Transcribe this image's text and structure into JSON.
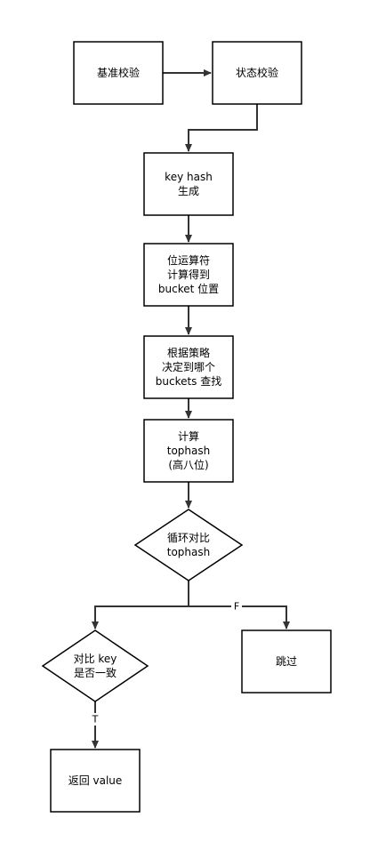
{
  "diagram": {
    "nodes": [
      {
        "id": "base_check",
        "shape": "rect",
        "lines": [
          "基准校验"
        ]
      },
      {
        "id": "state_check",
        "shape": "rect",
        "lines": [
          "状态校验"
        ]
      },
      {
        "id": "key_hash",
        "shape": "rect",
        "lines": [
          "key hash",
          "生成"
        ]
      },
      {
        "id": "bit_op",
        "shape": "rect",
        "lines": [
          "位运算符",
          "计算得到",
          "bucket 位置"
        ]
      },
      {
        "id": "strategy",
        "shape": "rect",
        "lines": [
          "根据策略",
          "决定到哪个",
          "buckets 查找"
        ]
      },
      {
        "id": "tophash",
        "shape": "rect",
        "lines": [
          "计算",
          "tophash",
          "(高八位)"
        ]
      },
      {
        "id": "loop_compare",
        "shape": "diamond",
        "lines": [
          "循环对比",
          "tophash"
        ]
      },
      {
        "id": "key_compare",
        "shape": "diamond",
        "lines": [
          "对比 key",
          "是否一致"
        ]
      },
      {
        "id": "skip",
        "shape": "rect",
        "lines": [
          "跳过"
        ]
      },
      {
        "id": "return_value",
        "shape": "rect",
        "lines": [
          "返回 value"
        ]
      }
    ],
    "edges": [
      {
        "from": "base_check",
        "to": "state_check",
        "label": ""
      },
      {
        "from": "state_check",
        "to": "key_hash",
        "label": ""
      },
      {
        "from": "key_hash",
        "to": "bit_op",
        "label": ""
      },
      {
        "from": "bit_op",
        "to": "strategy",
        "label": ""
      },
      {
        "from": "strategy",
        "to": "tophash",
        "label": ""
      },
      {
        "from": "tophash",
        "to": "loop_compare",
        "label": ""
      },
      {
        "from": "loop_compare",
        "to": "key_compare",
        "label": ""
      },
      {
        "from": "loop_compare",
        "to": "skip",
        "label": "F"
      },
      {
        "from": "key_compare",
        "to": "return_value",
        "label": "T"
      }
    ],
    "colors": {
      "stroke": "#000000",
      "fill": "#ffffff",
      "text": "#000000",
      "edge": "#333333"
    }
  }
}
